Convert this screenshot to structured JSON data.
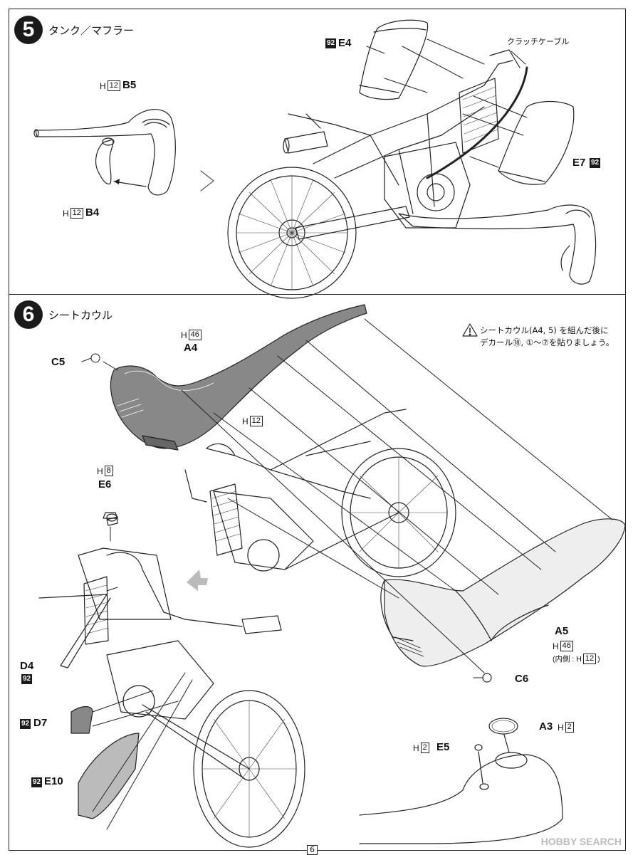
{
  "page": {
    "number": "6"
  },
  "steps": [
    {
      "number": "5",
      "title": "タンク／マフラー"
    },
    {
      "number": "6",
      "title": "シートカウル"
    }
  ],
  "step5": {
    "b5": {
      "h": "12",
      "label": "B5"
    },
    "b4": {
      "h": "12",
      "label": "B4"
    },
    "e4": {
      "badge": "92",
      "label": "E4"
    },
    "e7": {
      "badge": "92",
      "label": "E7"
    },
    "clutch_cable": "クラッチケーブル"
  },
  "step6": {
    "note": {
      "line1": "シートカウル(A4, 5) を組んだ後に",
      "line2": "デカール⑱, ①〜⑦を貼りましょう。"
    },
    "a4": {
      "h": "46",
      "label": "A4"
    },
    "c5": {
      "label": "C5"
    },
    "h12": "12",
    "e6": {
      "h": "8",
      "label": "E6"
    },
    "a5": {
      "label": "A5",
      "h": "46",
      "inner": "(内側 : H",
      "inner_box": "12",
      "inner_end": ")"
    },
    "c6": {
      "label": "C6"
    },
    "d4": {
      "label": "D4",
      "badge": "92"
    },
    "d7": {
      "label": "D7",
      "badge": "92"
    },
    "e10": {
      "label": "E10",
      "badge": "92"
    },
    "a3": {
      "label": "A3",
      "h": "2"
    },
    "e5": {
      "label": "E5",
      "h": "2"
    }
  },
  "watermark": {
    "text": "HOBBY SEARCH"
  }
}
